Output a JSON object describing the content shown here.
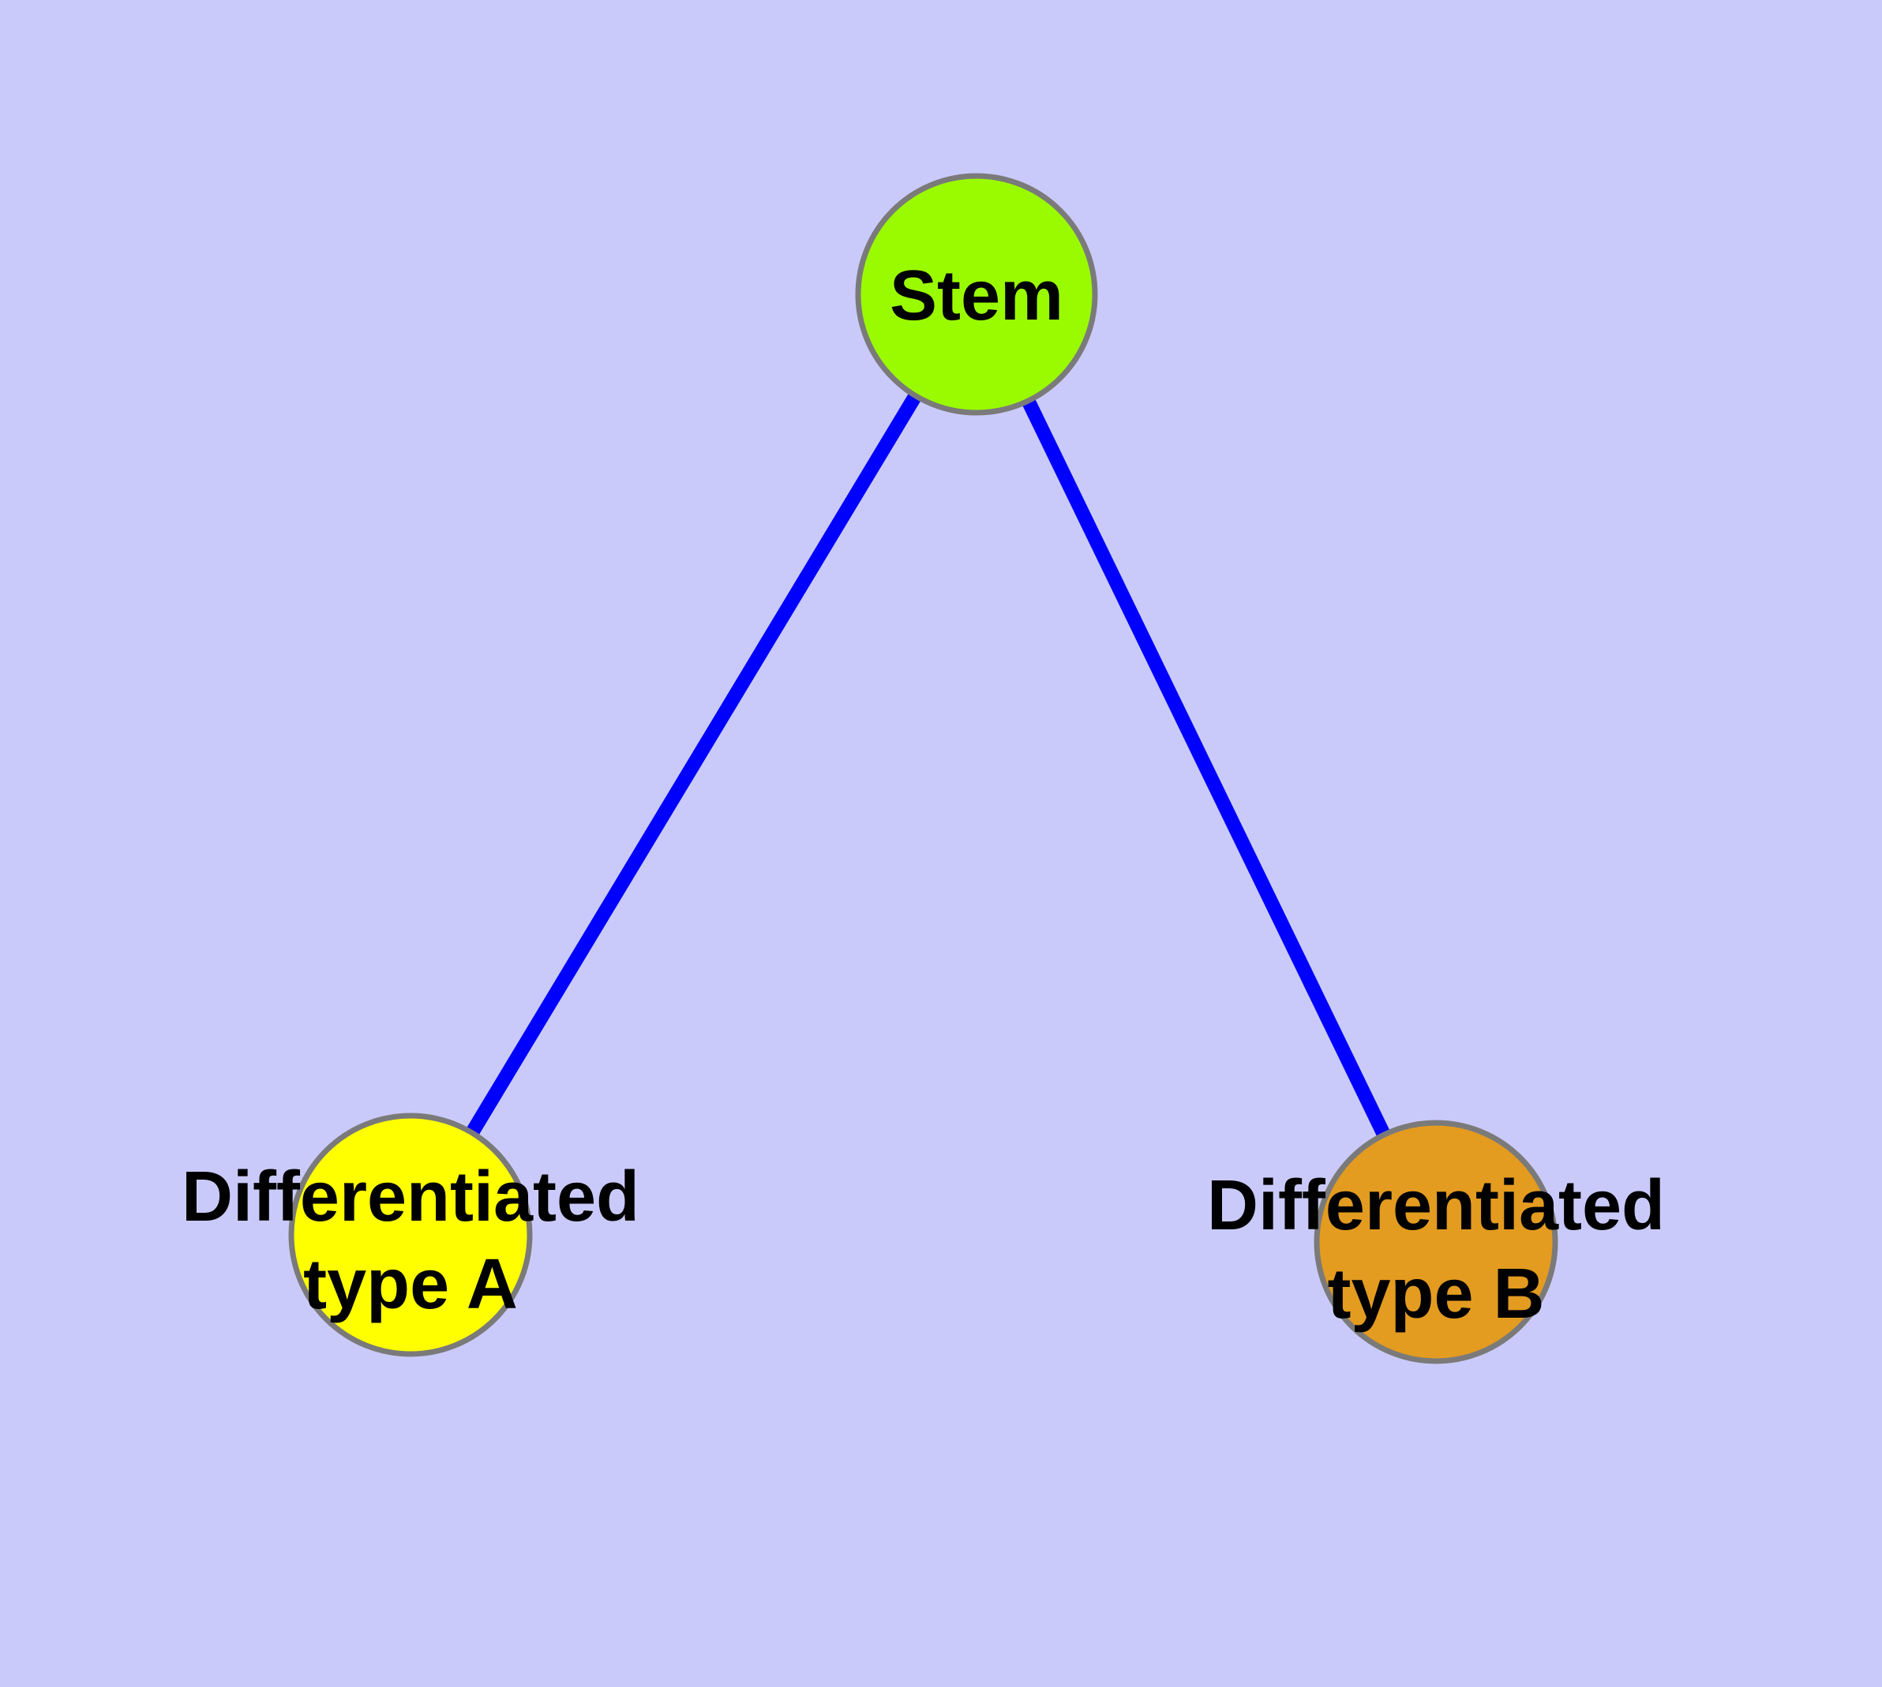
{
  "diagram": {
    "background_color": "#cacafa",
    "edge_color": "#0000ff",
    "node_border_color": "#7a7a7a",
    "label_color": "#000000",
    "nodes": {
      "stem": {
        "label": "Stem",
        "fill": "#9afb00"
      },
      "type_a": {
        "label": "Differentiated type A",
        "label_line1": "Differentiated",
        "label_line2": "type A",
        "fill": "#ffff00"
      },
      "type_b": {
        "label": "Differentiated type B",
        "label_line1": "Differentiated",
        "label_line2": "type B",
        "fill": "#e39b20"
      }
    },
    "edges": [
      {
        "from": "Stem",
        "to": "Differentiated type A"
      },
      {
        "from": "Stem",
        "to": "Differentiated type B"
      }
    ]
  }
}
